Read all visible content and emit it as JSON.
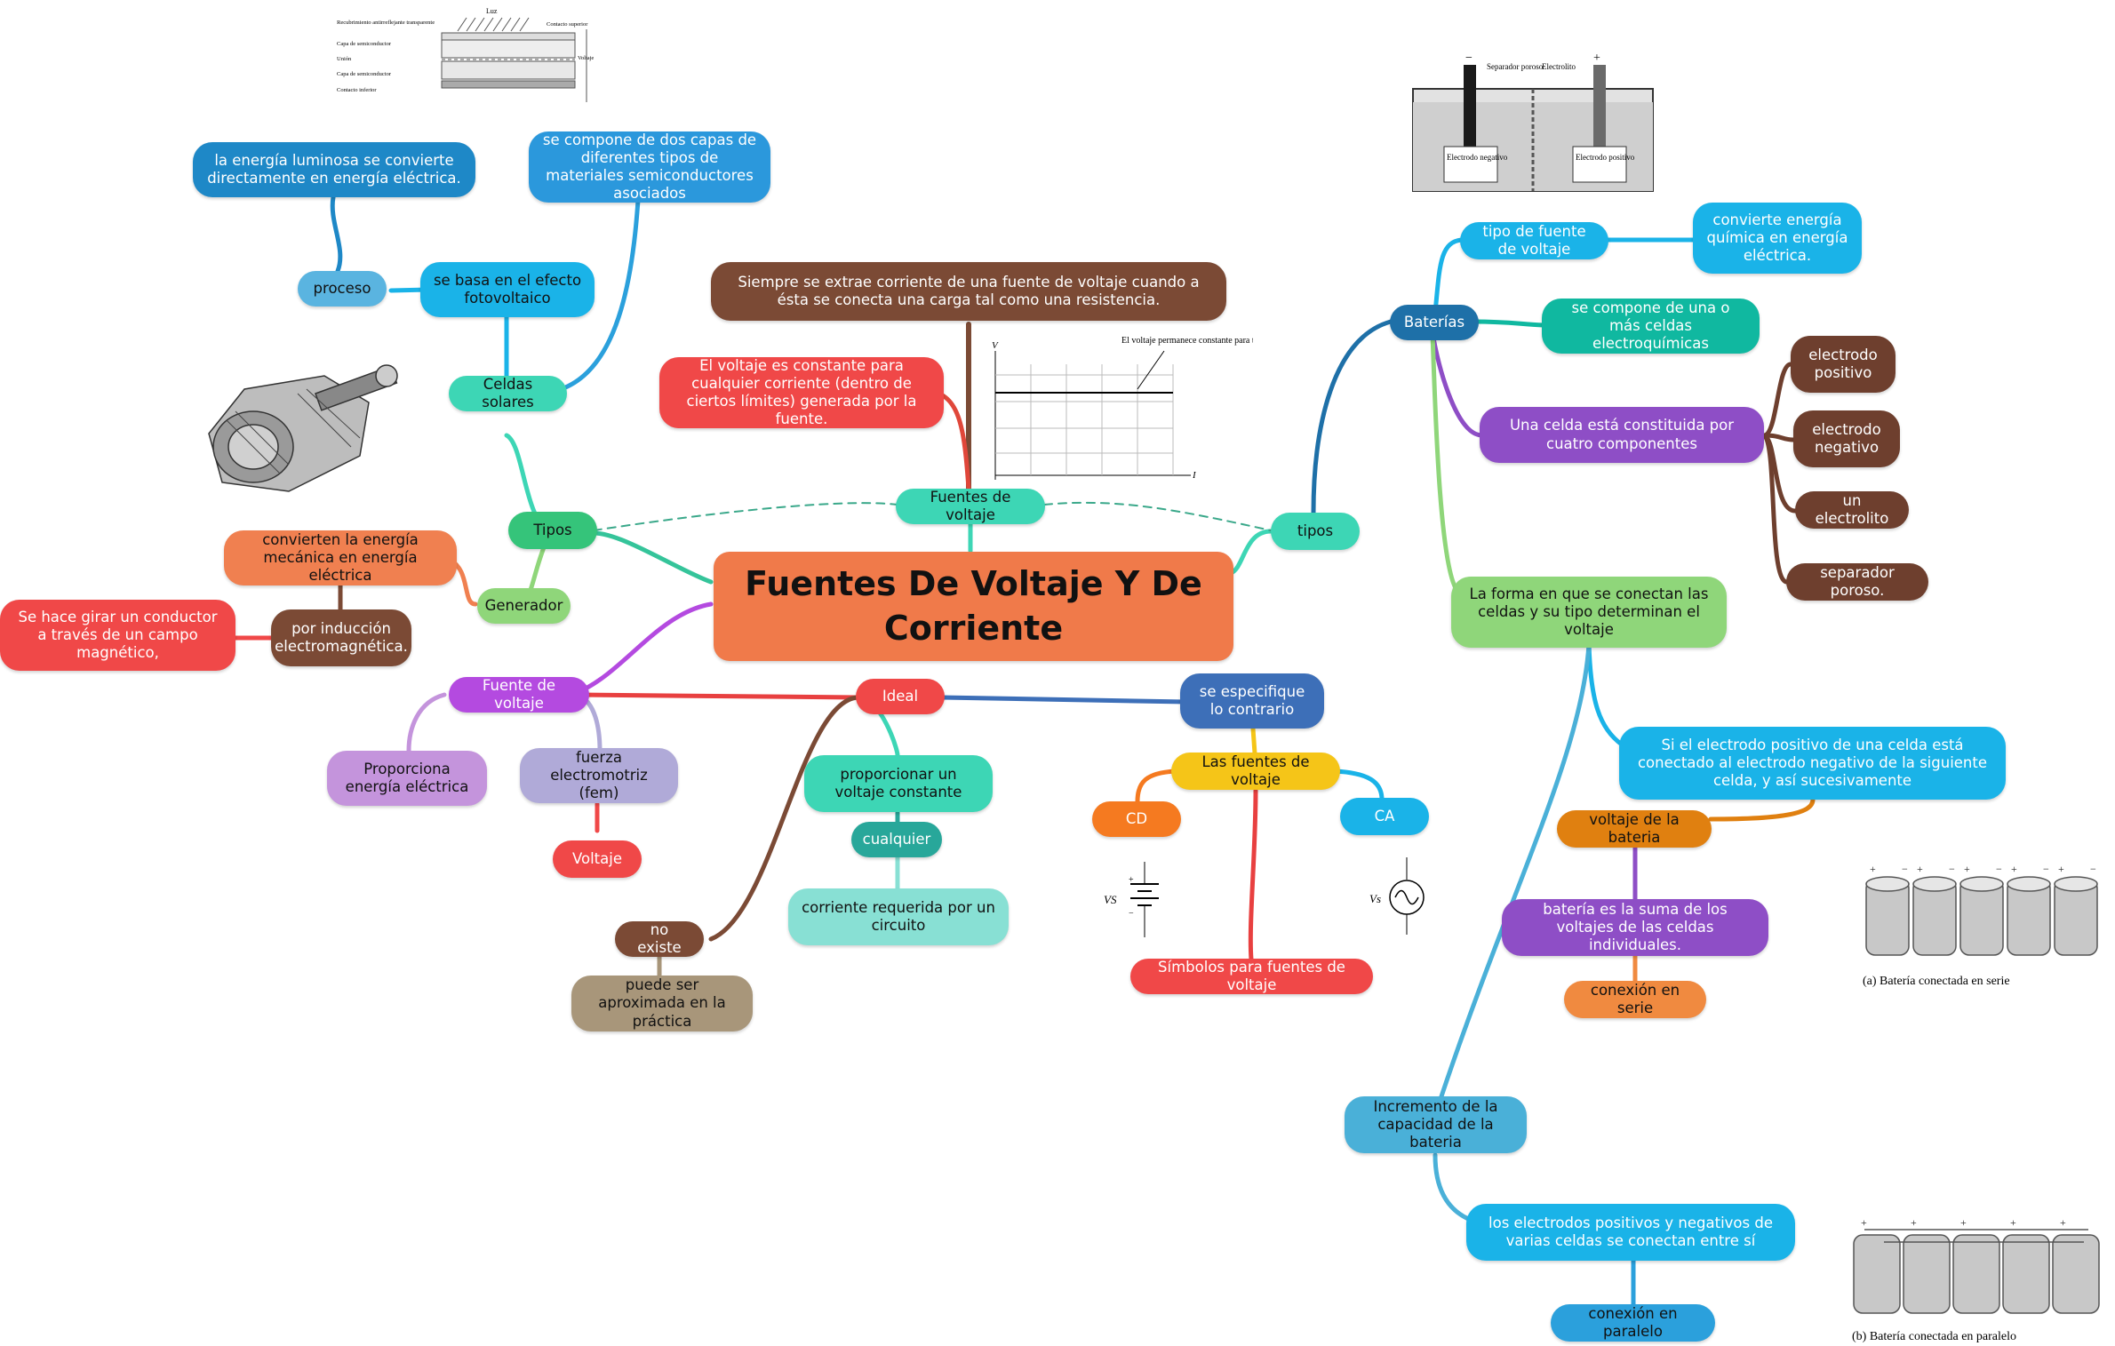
{
  "center": "Fuentes De Voltaje Y De Corriente",
  "nodes": {
    "fuentes_voltaje": "Fuentes de voltaje",
    "siempre": "Siempre se extrae corriente de una fuente de voltaje cuando a ésta se conecta una carga tal como una resistencia.",
    "voltaje_constante": "El voltaje es constante para cualquier corriente (dentro de ciertos límites) generada por la fuente.",
    "tipos": "Tipos",
    "celdas_solares": "Celdas solares",
    "efecto_fv": "se basa en el efecto fotovoltaico",
    "proceso": "proceso",
    "energia_luminosa": "la energía luminosa se convierte directamente en energía eléctrica.",
    "dos_capas": "se compone de dos capas de diferentes tipos de materiales semiconductores asociados",
    "generador": "Generador",
    "convierten_mec": "convierten la energía mecánica en energía eléctrica",
    "induccion": "por inducción electromagnética.",
    "conductor": "Se hace girar un conductor a través de un campo magnético,",
    "fuente_voltaje_b": "Fuente de voltaje",
    "proporciona": "Proporciona energía eléctrica",
    "fem": "fuerza electromotriz (fem)",
    "voltaje": "Voltaje",
    "ideal": "Ideal",
    "prop_voltaje": "proporcionar un voltaje constante",
    "cualquier": "cualquier",
    "corriente_req": "corriente requerida por un circuito",
    "no_existe": "no existe",
    "aproximada": "puede ser aproximada en la práctica",
    "especifique": "se especifique lo contrario",
    "las_fuentes": "Las fuentes de voltaje",
    "cd": "CD",
    "ca": "CA",
    "simbolos": "Símbolos para fuentes de voltaje",
    "tipos_r": "tipos",
    "baterias": "Baterías",
    "tipo_fuente": "tipo de fuente de voltaje",
    "convierte_quim": "convierte energía química en energía eléctrica.",
    "celdas_electro": "se compone de una o más celdas electroquímicas",
    "una_celda": "Una celda está constituida por cuatro componentes",
    "electrodo_pos": "electrodo positivo",
    "electrodo_neg": "electrodo negativo",
    "electrolito": "un electrolito",
    "separador": "separador poroso.",
    "forma": "La forma en que se conectan las celdas y su tipo determinan el voltaje",
    "si_electrodo": "Si el electrodo positivo de una celda está conectado al electrodo negativo de la siguiente celda, y así sucesivamente",
    "voltaje_bateria": "voltaje de la bateria",
    "suma": "batería es la suma de los voltajes de las celdas individuales.",
    "serie": "conexión en serie",
    "incremento": "Incremento de la capacidad de la bateria",
    "electrodos_varias": "los electrodos positivos y negativos de varias celdas se conectan entre sí",
    "paralelo": "conexión en paralelo"
  },
  "figures": {
    "cell_diagram": {
      "top": "Luz",
      "left_labels": [
        "Recubrimiento antirreflejante transparente",
        "Capa de semiconductor",
        "Unión",
        "Capa de semiconductor",
        "Contacto inferior"
      ],
      "right_labels": [
        "Contacto superior",
        "Voltaje"
      ]
    },
    "battery_cell": {
      "minus": "−",
      "plus": "+",
      "separador": "Separador poroso",
      "electrolito": "Electrolito",
      "neg": "Electrodo negativo",
      "pos": "Electrodo positivo"
    },
    "vi_graph": {
      "note": "El voltaje permanece constante para todas las corrientes.",
      "v_axis": "V",
      "t_axis": "I"
    },
    "dc_symbol": {
      "label": "VS",
      "plus": "+",
      "minus": "−"
    },
    "ac_symbol": {
      "label": "Vs"
    },
    "series_caption": "(a)  Batería conectada en serie",
    "parallel_caption": "(b)  Batería conectada en paralelo"
  },
  "colors": {
    "center": "#f07a4a",
    "teal": "#3dd6b5",
    "blue": "#1ab3e8",
    "dark_blue": "#1e88c7",
    "red": "#f04848",
    "brown": "#7b4a35",
    "green": "#8fd67a",
    "purple": "#b44ae0",
    "yellow": "#f5c518"
  }
}
